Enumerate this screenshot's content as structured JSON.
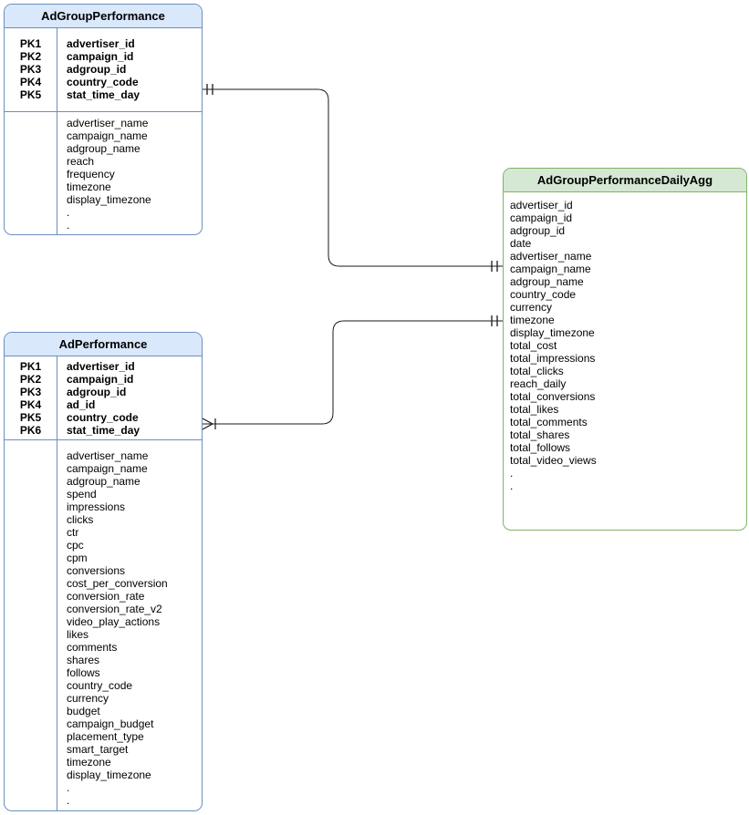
{
  "diagram": {
    "type": "entity-relationship",
    "line_color": "#1a1a1a",
    "entities": [
      {
        "title": "AdGroupPerformance",
        "header_fill": "#dae8fc",
        "border_color": "#6c8ebf",
        "pk_rows": [
          {
            "key": "PK1",
            "field": "advertiser_id"
          },
          {
            "key": "PK2",
            "field": "campaign_id"
          },
          {
            "key": "PK3",
            "field": "adgroup_id"
          },
          {
            "key": "PK4",
            "field": "country_code"
          },
          {
            "key": "PK5",
            "field": "stat_time_day"
          }
        ],
        "attributes": [
          "advertiser_name",
          "campaign_name",
          "adgroup_name",
          "reach",
          "frequency",
          "timezone",
          "display_timezone",
          ".",
          "."
        ]
      },
      {
        "title": "AdPerformance",
        "header_fill": "#dae8fc",
        "border_color": "#6c8ebf",
        "pk_rows": [
          {
            "key": "PK1",
            "field": "advertiser_id"
          },
          {
            "key": "PK2",
            "field": "campaign_id"
          },
          {
            "key": "PK3",
            "field": "adgroup_id"
          },
          {
            "key": "PK4",
            "field": "ad_id"
          },
          {
            "key": "PK5",
            "field": "country_code"
          },
          {
            "key": "PK6",
            "field": "stat_time_day"
          }
        ],
        "attributes": [
          "advertiser_name",
          "campaign_name",
          "adgroup_name",
          "spend",
          "impressions",
          "clicks",
          "ctr",
          "cpc",
          "cpm",
          "conversions",
          "cost_per_conversion",
          "conversion_rate",
          "conversion_rate_v2",
          "video_play_actions",
          "likes",
          "comments",
          "shares",
          "follows",
          "country_code",
          "currency",
          "budget",
          "campaign_budget",
          "placement_type",
          "smart_target",
          "timezone",
          "display_timezone",
          ".",
          "."
        ]
      },
      {
        "title": "AdGroupPerformanceDailyAgg",
        "header_fill": "#d5e8d4",
        "border_color": "#82b366",
        "pk_rows": [],
        "attributes": [
          "advertiser_id",
          "campaign_id",
          "adgroup_id",
          "date",
          "advertiser_name",
          "campaign_name",
          "adgroup_name",
          "country_code",
          "currency",
          "timezone",
          "display_timezone",
          "total_cost",
          "total_impressions",
          "total_clicks",
          "reach_daily",
          "total_conversions",
          "total_likes",
          "total_comments",
          "total_shares",
          "total_follows",
          "total_video_views",
          ".",
          "."
        ]
      }
    ],
    "relationships": [
      {
        "from": "AdGroupPerformance",
        "to": "AdGroupPerformanceDailyAgg",
        "from_cardinality": "exactly-one",
        "to_cardinality": "exactly-one"
      },
      {
        "from": "AdPerformance",
        "to": "AdGroupPerformanceDailyAgg",
        "from_cardinality": "one-or-many",
        "to_cardinality": "exactly-one"
      }
    ]
  }
}
